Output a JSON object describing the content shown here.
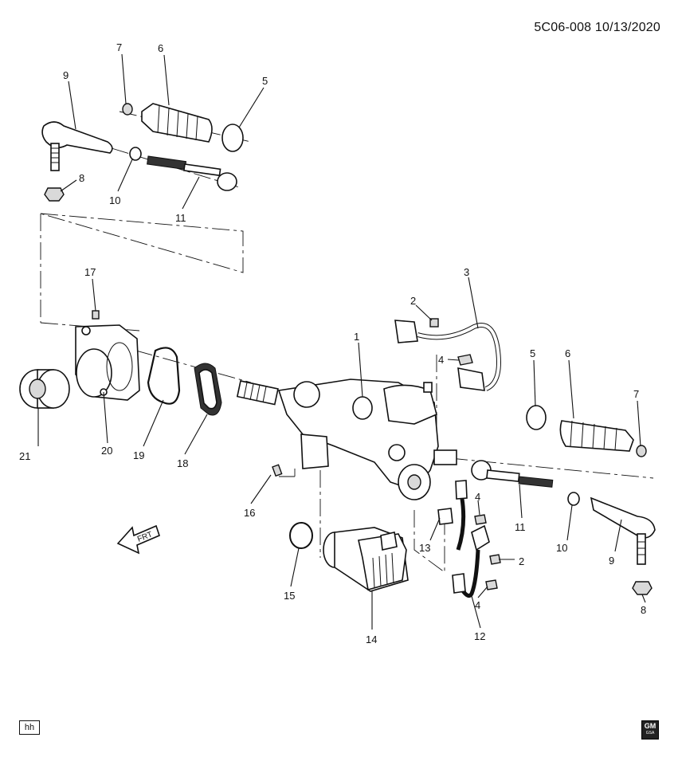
{
  "header": {
    "diagram_code": "5C06-008 10/13/2020"
  },
  "callouts": {
    "c1": "1",
    "c2a": "2",
    "c2b": "2",
    "c3": "3",
    "c4a": "4",
    "c4b": "4",
    "c4c": "4",
    "c5a": "5",
    "c5b": "5",
    "c6a": "6",
    "c6b": "6",
    "c7a": "7",
    "c7b": "7",
    "c8a": "8",
    "c8b": "8",
    "c9a": "9",
    "c9b": "9",
    "c10a": "10",
    "c10b": "10",
    "c11a": "11",
    "c11b": "11",
    "c12": "12",
    "c13": "13",
    "c14": "14",
    "c15": "15",
    "c16": "16",
    "c17": "17",
    "c18": "18",
    "c19": "19",
    "c20": "20",
    "c21": "21"
  },
  "front_indicator": "FRT",
  "footer": {
    "illustrator_code": "hh",
    "logo_text": "GM",
    "logo_sub": "GSA"
  }
}
